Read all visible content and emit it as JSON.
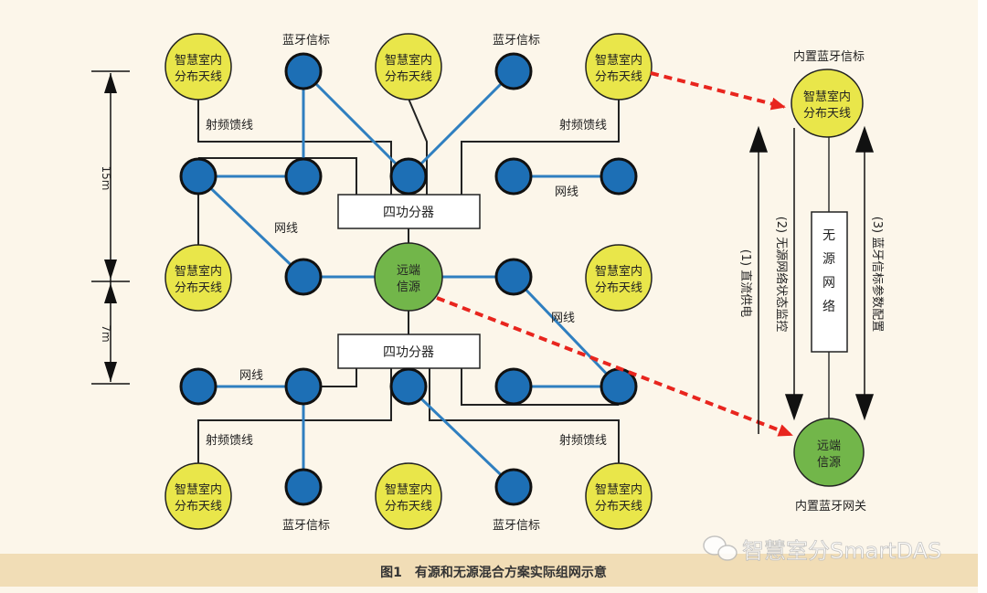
{
  "labels": {
    "antenna_line1": "智慧室内",
    "antenna_line2": "分布天线",
    "source_line1": "远端",
    "source_line2": "信源",
    "beacon": "蓝牙信标",
    "feeder": "射频馈线",
    "network_cable": "网线",
    "splitter": "四功分器",
    "dim_15m": "15m",
    "dim_7m": "7m"
  },
  "right_panel": {
    "top_label": "内置蓝牙信标",
    "bottom_label": "内置蓝牙网关",
    "passive_network": [
      "无",
      "源",
      "网",
      "络"
    ],
    "arrow1": "(1) 直流供电",
    "arrow2": "(2) 无源网络状态监控",
    "arrow3": "(3) 蓝牙信标参数配置"
  },
  "caption": "图1　有源和无源混合方案实际组网示意",
  "watermark": "智慧室分SmartDAS",
  "colors": {
    "background": "#fcf6ea",
    "band": "#f1ddb6",
    "antenna": "#e9e64a",
    "source": "#72b64a",
    "beacon": "#1d6fb5",
    "cable": "#2f7fc0",
    "arrow_red": "#e8251e"
  }
}
